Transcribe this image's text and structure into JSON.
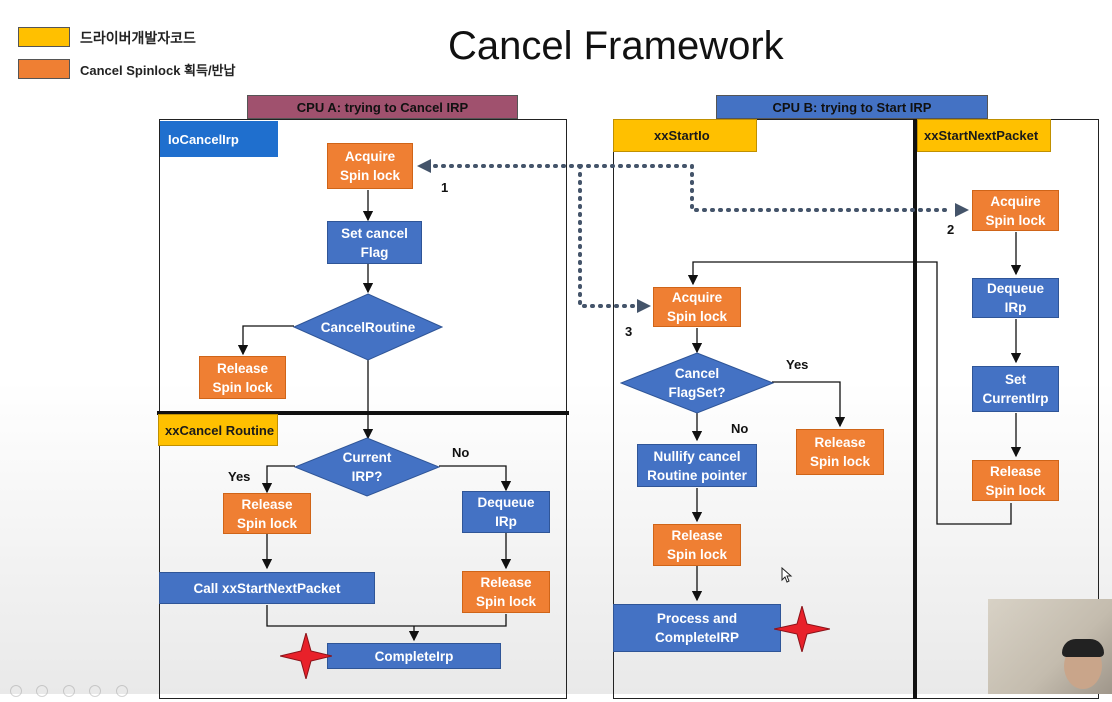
{
  "title": "Cancel Framework",
  "legend": {
    "driver_code": "드라이버개발자코드",
    "spinlock": "Cancel Spinlock 획득/반납"
  },
  "cpu_a": {
    "header": "CPU A: trying to Cancel IRP",
    "io_cancel_irp": "IoCancelIrp",
    "acquire": "Acquire\nSpin lock",
    "step1": "1",
    "set_cancel": "Set cancel\nFlag",
    "cancel_routine_decision": "CancelRoutine",
    "release1": "Release\nSpin lock",
    "xx_cancel_routine": "xxCancel Routine",
    "current_irp_decision": "Current\nIRP?",
    "yes": "Yes",
    "no": "No",
    "release2": "Release\nSpin lock",
    "dequeue": "Dequeue\nIRp",
    "call_start_next": "Call xxStartNextPacket",
    "release3": "Release\nSpin lock",
    "complete_irp": "CompleteIrp"
  },
  "cpu_b": {
    "header": "CPU B: trying to Start IRP",
    "xx_start_io": "xxStartIo",
    "acquire": "Acquire\nSpin lock",
    "step3": "3",
    "cancel_flag_decision": "Cancel\nFlagSet?",
    "yes": "Yes",
    "no": "No",
    "release_yes": "Release\nSpin lock",
    "nullify": "Nullify cancel\nRoutine pointer",
    "release": "Release\nSpin lock",
    "process": "Process and\nCompleteIRP"
  },
  "start_next": {
    "header": "xxStartNextPacket",
    "acquire": "Acquire\nSpin lock",
    "step2": "2",
    "dequeue": "Dequeue\nIRp",
    "set_current": "Set\nCurrentIrp",
    "release": "Release\nSpin lock"
  },
  "colors": {
    "orange": "#ef7f33",
    "blue": "#4472c4",
    "yellow": "#ffc000",
    "cpu_a_header": "#a0516e",
    "cpu_b_header": "#4472c4",
    "dotted_arrow": "#44546a",
    "star": "#e8212a"
  }
}
